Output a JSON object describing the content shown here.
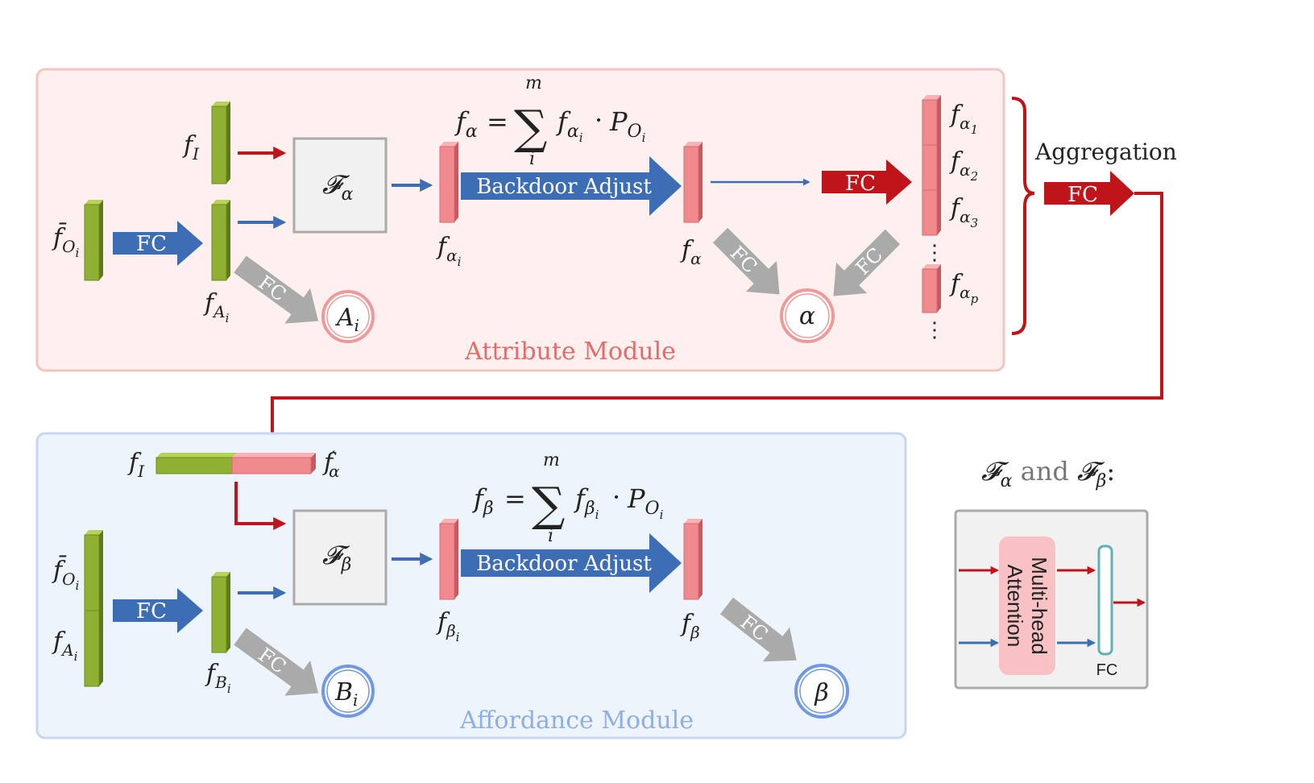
{
  "colors": {
    "attribute_bg": "#fdf0ee",
    "attribute_border": "#f4c5c0",
    "affordance_bg": "#eef4fc",
    "affordance_border": "#c6d7ee",
    "green": "#8fb030",
    "green_dark": "#5e7a17",
    "pink": "#f08a8e",
    "pink_dark": "#c65a60",
    "blue_arrow": "#3c6db5",
    "red_arrow": "#c0141b",
    "gray_arrow": "#aaaaaa",
    "attr_title": "#e56a6a",
    "aff_title": "#8faee3",
    "circle_red": "#ef9a9a",
    "circle_blue": "#6f99e2"
  },
  "attribute": {
    "title": "Attribute Module",
    "f_I": {
      "main": "f",
      "sub": "I"
    },
    "f_O_bar": {
      "main": "f̄",
      "sub": "O",
      "subsub": "i"
    },
    "f_A_i": {
      "main": "f",
      "sub": "A",
      "subsub": "i"
    },
    "fc_label": "FC",
    "func": {
      "main": "𝓕",
      "sub": "α"
    },
    "f_alpha_i": {
      "main": "f",
      "sub": "α",
      "subsub": "i"
    },
    "formula": {
      "lhs": "f",
      "lhs_sub": "α",
      "eq": "=",
      "sum": "∑",
      "upper": "m",
      "lower": "i",
      "term_main": "f",
      "term_sub": "α",
      "term_subsub": "i",
      "dot": "·",
      "p": "P",
      "p_sub": "O",
      "p_subsub": "i"
    },
    "backdoor": "Backdoor Adjust",
    "f_alpha": {
      "main": "f",
      "sub": "α"
    },
    "fc_red": "FC",
    "stack": [
      {
        "main": "f",
        "sub": "α",
        "subsub": "1"
      },
      {
        "main": "f",
        "sub": "α",
        "subsub": "2"
      },
      {
        "main": "f",
        "sub": "α",
        "subsub": "3"
      },
      {
        "main": "f",
        "sub": "α",
        "subsub": "p"
      }
    ],
    "dots": "⋮",
    "circle_A": {
      "main": "A",
      "sub": "i"
    },
    "circle_alpha": "α",
    "fc_gray": "FC"
  },
  "aggregation": {
    "label": "Aggregation",
    "fc_label": "FC"
  },
  "affordance": {
    "title": "Affordance Module",
    "f_I": {
      "main": "f",
      "sub": "I"
    },
    "f_alpha_prime": {
      "main": "f",
      "prime": "′",
      "sub": "α"
    },
    "f_O_bar": {
      "main": "f̄",
      "sub": "O",
      "subsub": "i"
    },
    "f_A_i": {
      "main": "f",
      "sub": "A",
      "subsub": "i"
    },
    "fc_label": "FC",
    "f_B_i": {
      "main": "f",
      "sub": "B",
      "subsub": "i"
    },
    "func": {
      "main": "𝓕",
      "sub": "β"
    },
    "f_beta_i": {
      "main": "f",
      "sub": "β",
      "subsub": "i"
    },
    "formula": {
      "lhs": "f",
      "lhs_sub": "β",
      "eq": "=",
      "sum": "∑",
      "upper": "m",
      "lower": "i",
      "term_main": "f",
      "term_sub": "β",
      "term_subsub": "i",
      "dot": "·",
      "p": "P",
      "p_sub": "O",
      "p_subsub": "i"
    },
    "backdoor": "Backdoor Adjust",
    "f_beta": {
      "main": "f",
      "sub": "β"
    },
    "circle_B": {
      "main": "B",
      "sub": "i"
    },
    "circle_beta": "β",
    "fc_gray": "FC"
  },
  "legend": {
    "title_f1": "𝓕",
    "title_f1_sub": "α",
    "title_and": " and ",
    "title_f2": "𝓕",
    "title_f2_sub": "β",
    "title_colon": ":",
    "attention_line1": "Multi-head",
    "attention_line2": "Attention",
    "fc_label": "FC"
  }
}
